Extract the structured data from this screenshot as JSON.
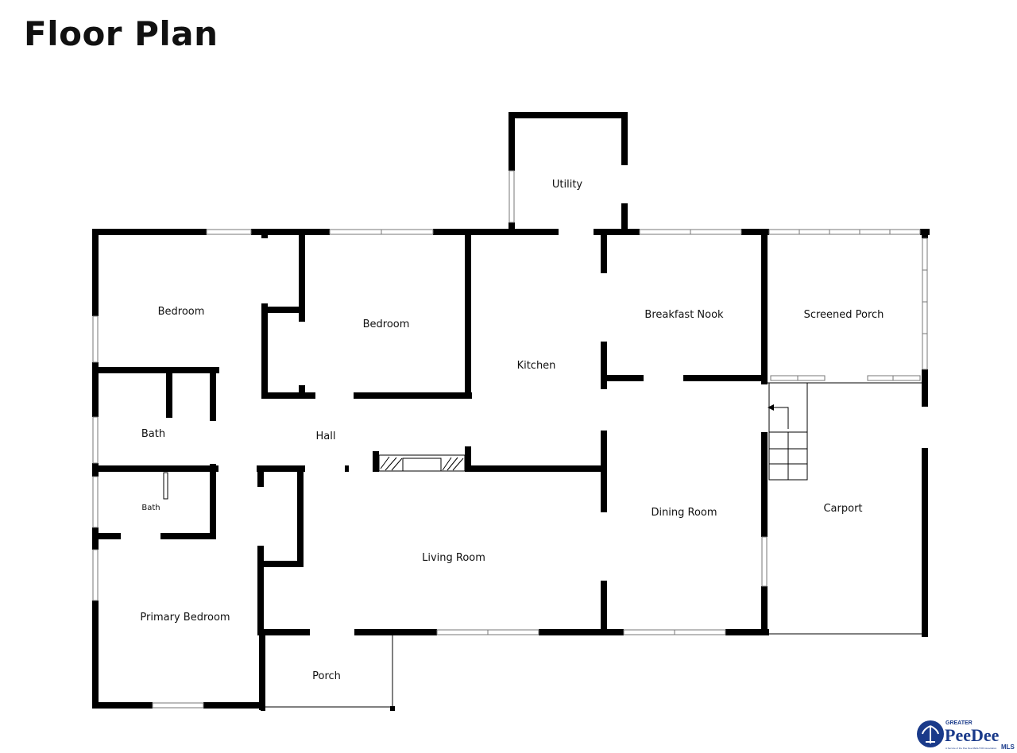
{
  "title": "Floor Plan",
  "colors": {
    "wall": "#000000",
    "background": "#ffffff",
    "logo": "#1a3a8a",
    "text": "#111111"
  },
  "rooms": {
    "utility": "Utility",
    "bedroom_1": "Bedroom",
    "bedroom_2": "Bedroom",
    "kitchen": "Kitchen",
    "breakfast_nook": "Breakfast Nook",
    "screened_porch": "Screened Porch",
    "bath_1": "Bath",
    "hall": "Hall",
    "bath_2": "Bath",
    "living_room": "Living Room",
    "dining_room": "Dining Room",
    "carport": "Carport",
    "primary_bedroom": "Primary Bedroom",
    "porch": "Porch"
  },
  "logo": {
    "greater": "GREATER",
    "brand": "PeeDee",
    "suffix": "MLS",
    "tagline": "A Service of the Pee Dee REALTOR Association",
    "icon": "palmetto-tree-icon"
  }
}
